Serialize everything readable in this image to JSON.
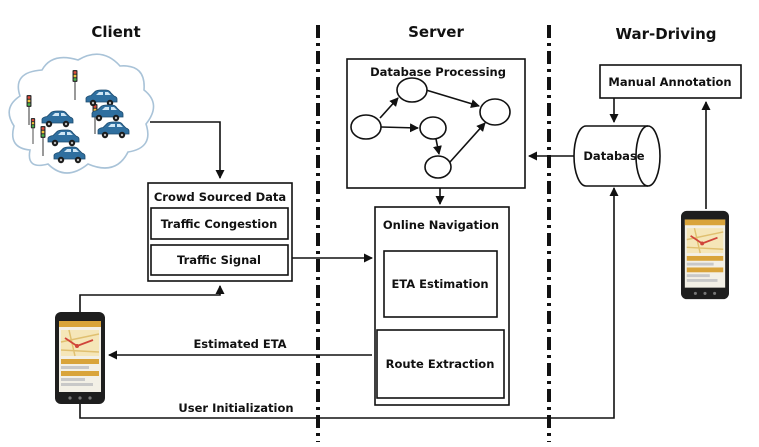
{
  "columns": {
    "client": "Client",
    "server": "Server",
    "war_driving": "War-Driving"
  },
  "crowd": {
    "title": "Crowd Sourced Data",
    "congestion": "Traffic Congestion",
    "signal": "Traffic Signal"
  },
  "server": {
    "db_processing": "Database Processing",
    "online_navigation": "Online Navigation",
    "eta_estimation": "ETA Estimation",
    "route_extraction": "Route Extraction"
  },
  "wardriving": {
    "manual_annotation": "Manual Annotation",
    "database": "Database"
  },
  "flows": {
    "estimated_eta": "Estimated ETA",
    "user_initialization": "User Initialization"
  },
  "icons": [
    "traffic-cloud-icon",
    "car-icon",
    "traffic-light-icon",
    "smartphone-icon",
    "graph-node-icon"
  ],
  "colors": {
    "car": "#2f6f9f",
    "cloud": "#a9c3d8",
    "phone": "#1e1e1e",
    "phone_screen": "#e7c780"
  }
}
